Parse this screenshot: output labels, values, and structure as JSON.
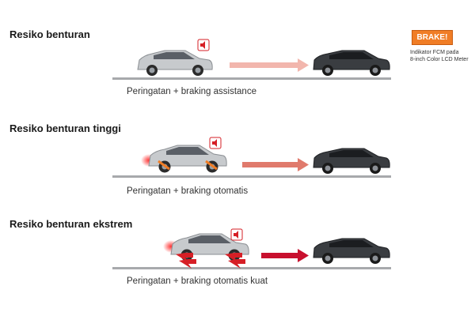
{
  "indicator": {
    "badge": "BRAKE!",
    "note_line1": "Indikator FCM pada",
    "note_line2": "8-inch Color LCD Meter"
  },
  "rows": [
    {
      "title": "Resiko benturan",
      "caption": "Peringatan + braking assistance",
      "arrow_color": "#f2b6ad",
      "brake_glow": false,
      "red_arrows": false
    },
    {
      "title": "Resiko benturan tinggi",
      "caption": "Peringatan + braking otomatis",
      "arrow_color": "#e07a6c",
      "brake_glow": true,
      "red_arrows": false
    },
    {
      "title": "Resiko benturan ekstrem",
      "caption": "Peringatan + braking otomatis kuat",
      "arrow_color": "#c8102e",
      "brake_glow": true,
      "red_arrows": true
    }
  ],
  "colors": {
    "road": "#a7a9ac",
    "rear_car": "#c7cacd",
    "front_car": "#3a3d41",
    "warning_red": "#d61f26"
  }
}
